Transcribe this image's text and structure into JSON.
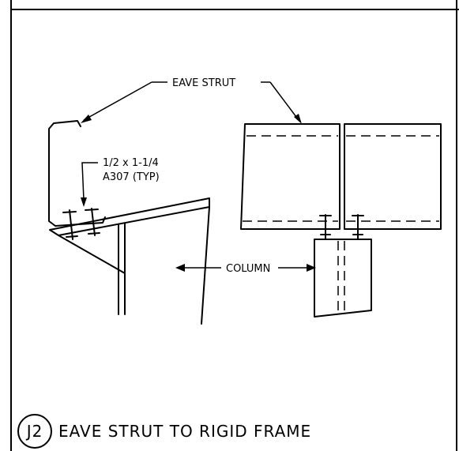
{
  "labels": {
    "eave_strut": "EAVE STRUT",
    "bolt_size": "1/2 x 1-1/4",
    "bolt_spec": "A307 (TYP)",
    "column": "COLUMN"
  },
  "title": {
    "detail_id": "J2",
    "text": "EAVE STRUT TO RIGID FRAME"
  }
}
